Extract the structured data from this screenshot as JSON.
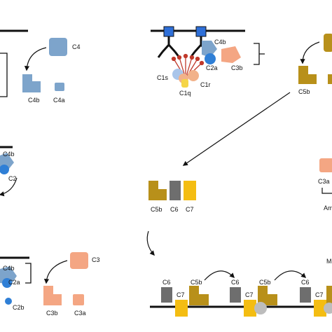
{
  "labels": {
    "c4": "C4",
    "c4b": "C4b",
    "c4a": "C4a",
    "c1s": "C1s",
    "c1r": "C1r",
    "c1q": "C1q",
    "c2a": "C2a",
    "c3b": "C3b",
    "c4b_top": "C4b",
    "c5b_right": "C5b",
    "c4b_mid": "C4b",
    "c2": "C2",
    "c5b_row": "C5b",
    "c6_row": "C6",
    "c7_row": "C7",
    "c3a_right": "C3a",
    "am_right": "Am",
    "c3": "C3",
    "c4b_low": "C4b",
    "c2a_low": "C2a",
    "c2b_low": "C2b",
    "c3b_low": "C3b",
    "c3a_low": "C3a",
    "m_right": "M",
    "c6_a": "C6",
    "c7_a": "C7",
    "c5b_a": "C5b",
    "c6_b": "C6",
    "c7_b": "C7",
    "c5b_b": "C5b",
    "c6_c": "C6",
    "c7_c": "C7"
  },
  "colors": {
    "c4_blue": "#7da4cb",
    "c2_blue": "#2f7fd6",
    "c1_blue": "#2e6fd8",
    "c1q_red": "#c0392b",
    "c1r_orange": "#f2b28a",
    "c1s_blue": "#a9c5ea",
    "c1q_yellow": "#f5d547",
    "c3_salmon": "#f4a683",
    "c5b_gold": "#b8901a",
    "c6_gray": "#6e6e6e",
    "c7_yellow": "#f4bd12",
    "membrane_black": "#111111",
    "gray_circle": "#bdbdbd"
  }
}
